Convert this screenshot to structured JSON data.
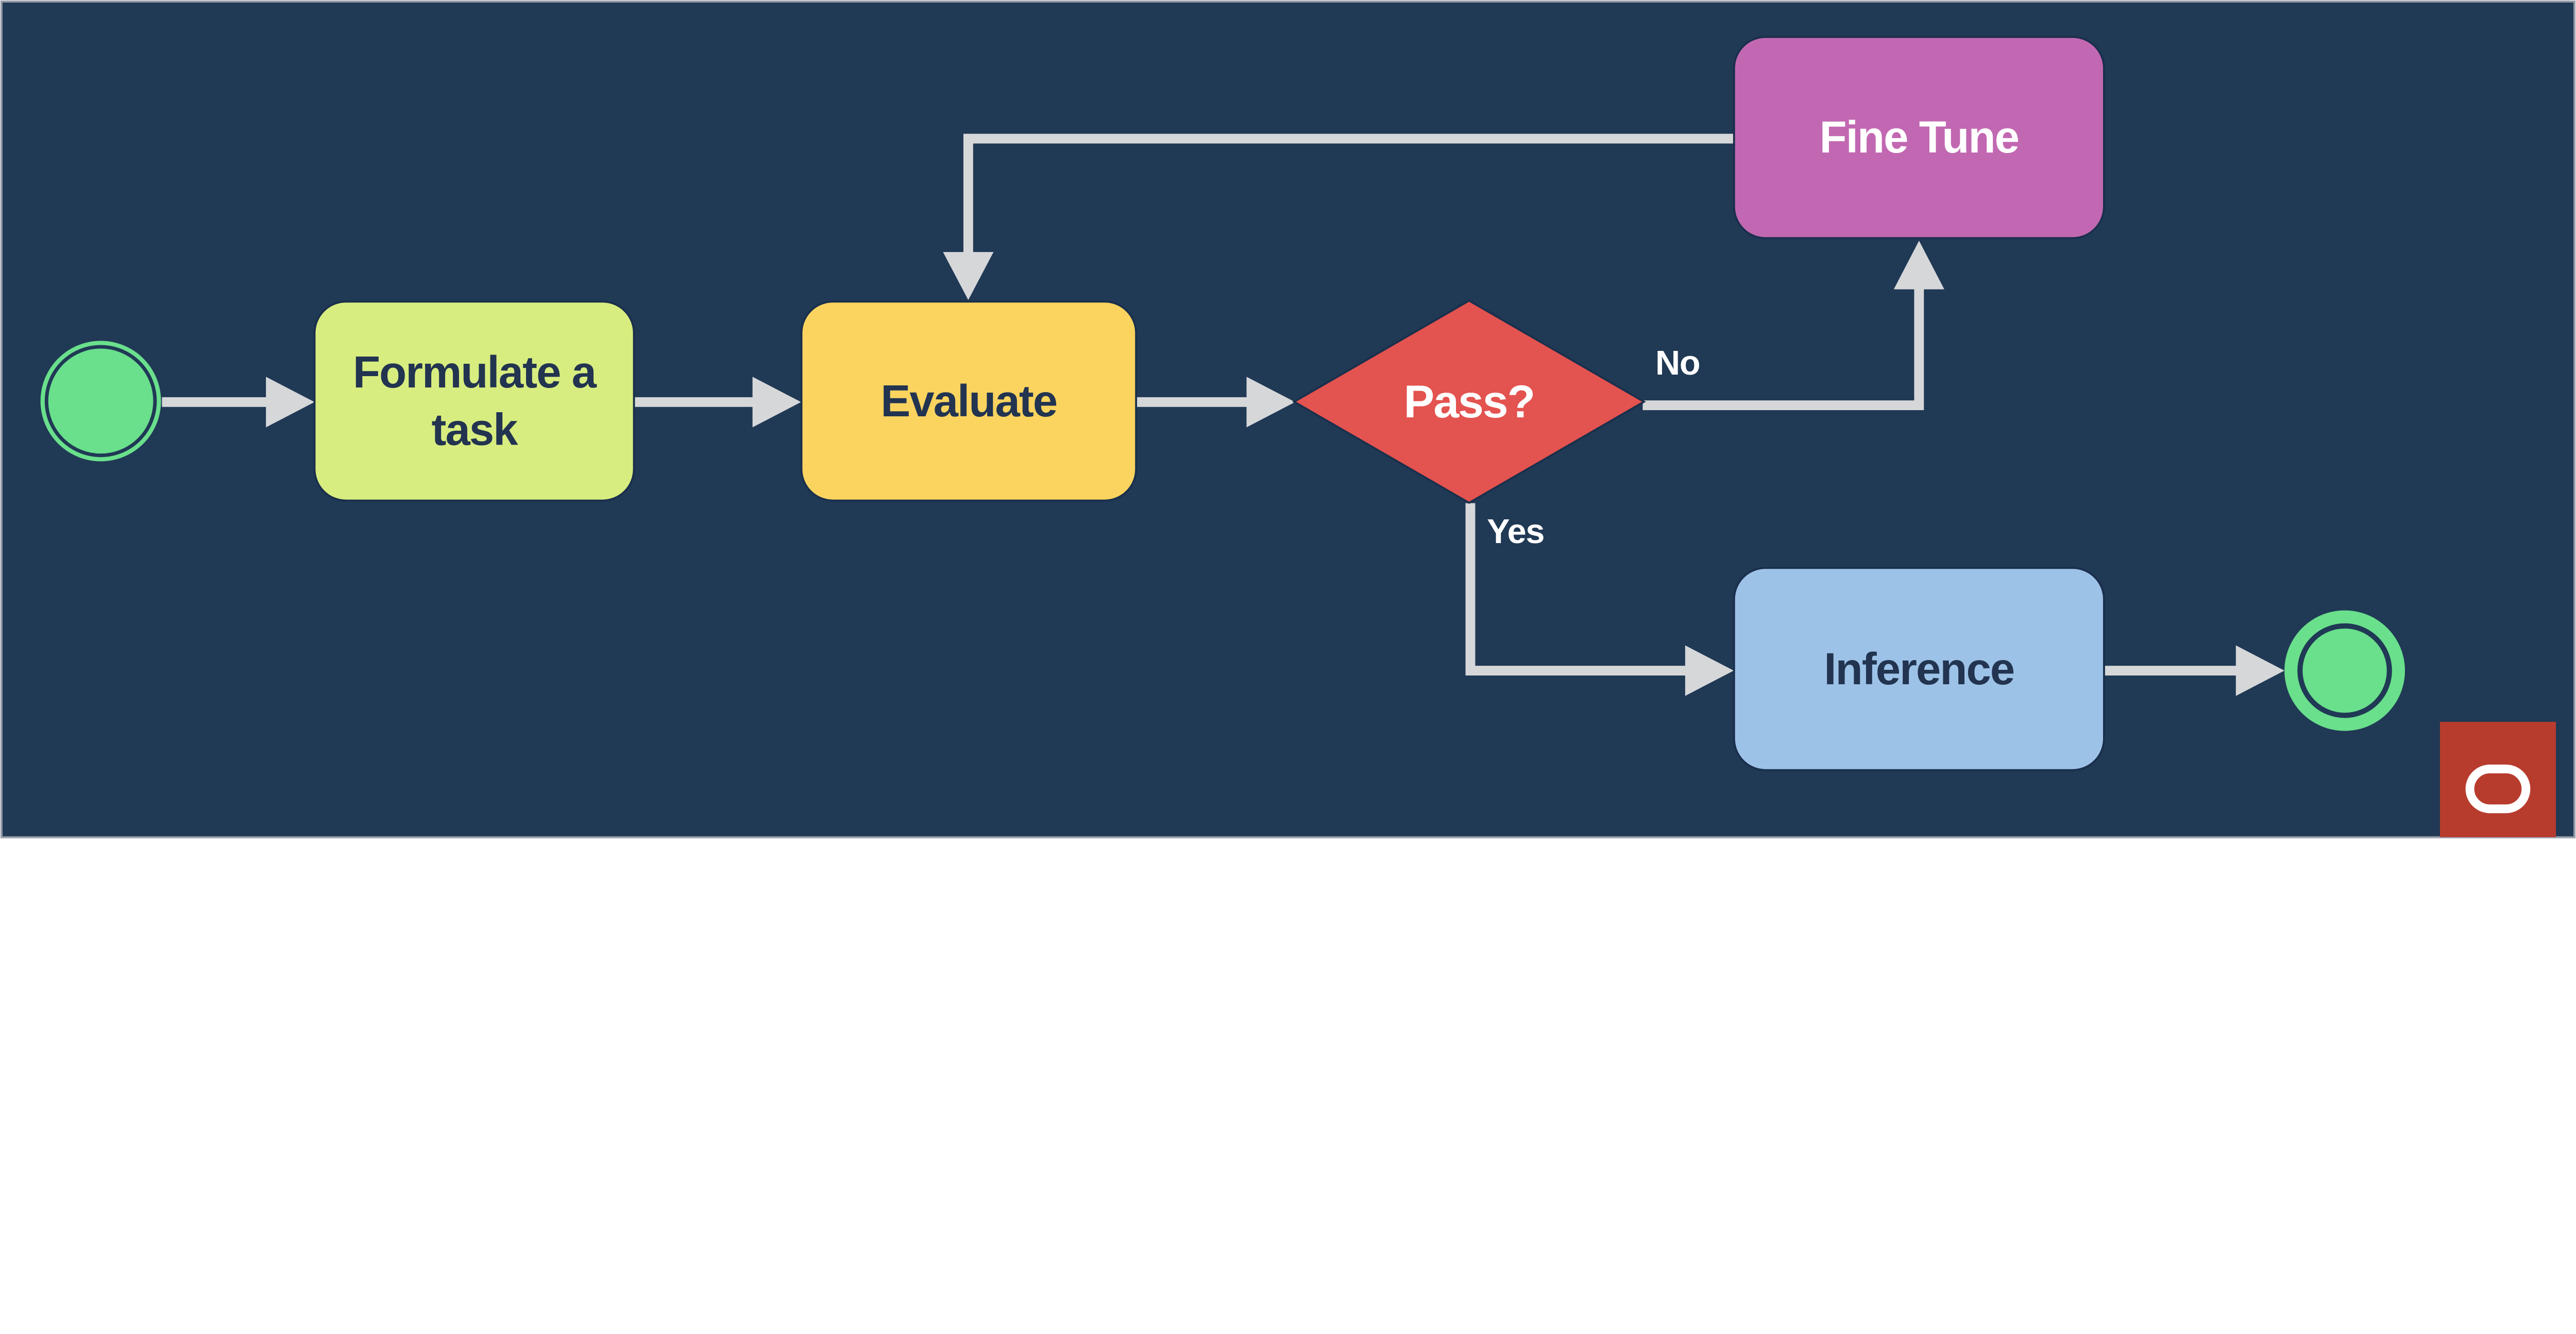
{
  "diagram": {
    "type": "flowchart",
    "background_color": "#203955",
    "frame_colors": {
      "outer": "#D3D6DA",
      "inner": "#8E96A3"
    },
    "nodes": {
      "start": {
        "name": "start-event",
        "shape": "circle",
        "color": "#6ADF8C",
        "label": ""
      },
      "formulate": {
        "label": "Formulate a task",
        "shape": "rounded-rect",
        "color": "#D8ED7F",
        "text_color": "#223450"
      },
      "evaluate": {
        "label": "Evaluate",
        "shape": "rounded-rect",
        "color": "#FBD45F",
        "text_color": "#223450"
      },
      "pass": {
        "label": "Pass?",
        "shape": "diamond",
        "color": "#E3534F",
        "text_color": "#FFFFFF"
      },
      "fine_tune": {
        "label": "Fine Tune",
        "shape": "rounded-rect",
        "color": "#C268B2",
        "text_color": "#FFFFFF"
      },
      "inference": {
        "label": "Inference",
        "shape": "rounded-rect",
        "color": "#9DC2E7",
        "text_color": "#223450"
      },
      "end": {
        "name": "end-event",
        "shape": "circle",
        "color": "#6ADF8C",
        "label": ""
      }
    },
    "edges": {
      "no_label": "No",
      "yes_label": "Yes",
      "connector_color": "#D6D7D9",
      "flow": [
        "start -> formulate",
        "formulate -> evaluate",
        "evaluate -> pass",
        "pass -No-> fine_tune",
        "fine_tune -> evaluate",
        "pass -Yes-> inference",
        "inference -> end"
      ]
    },
    "logo": {
      "name": "oracle-logo",
      "background": "#B73C2E",
      "glyph": "oracle-o",
      "glyph_color": "#FFFFFF"
    }
  }
}
